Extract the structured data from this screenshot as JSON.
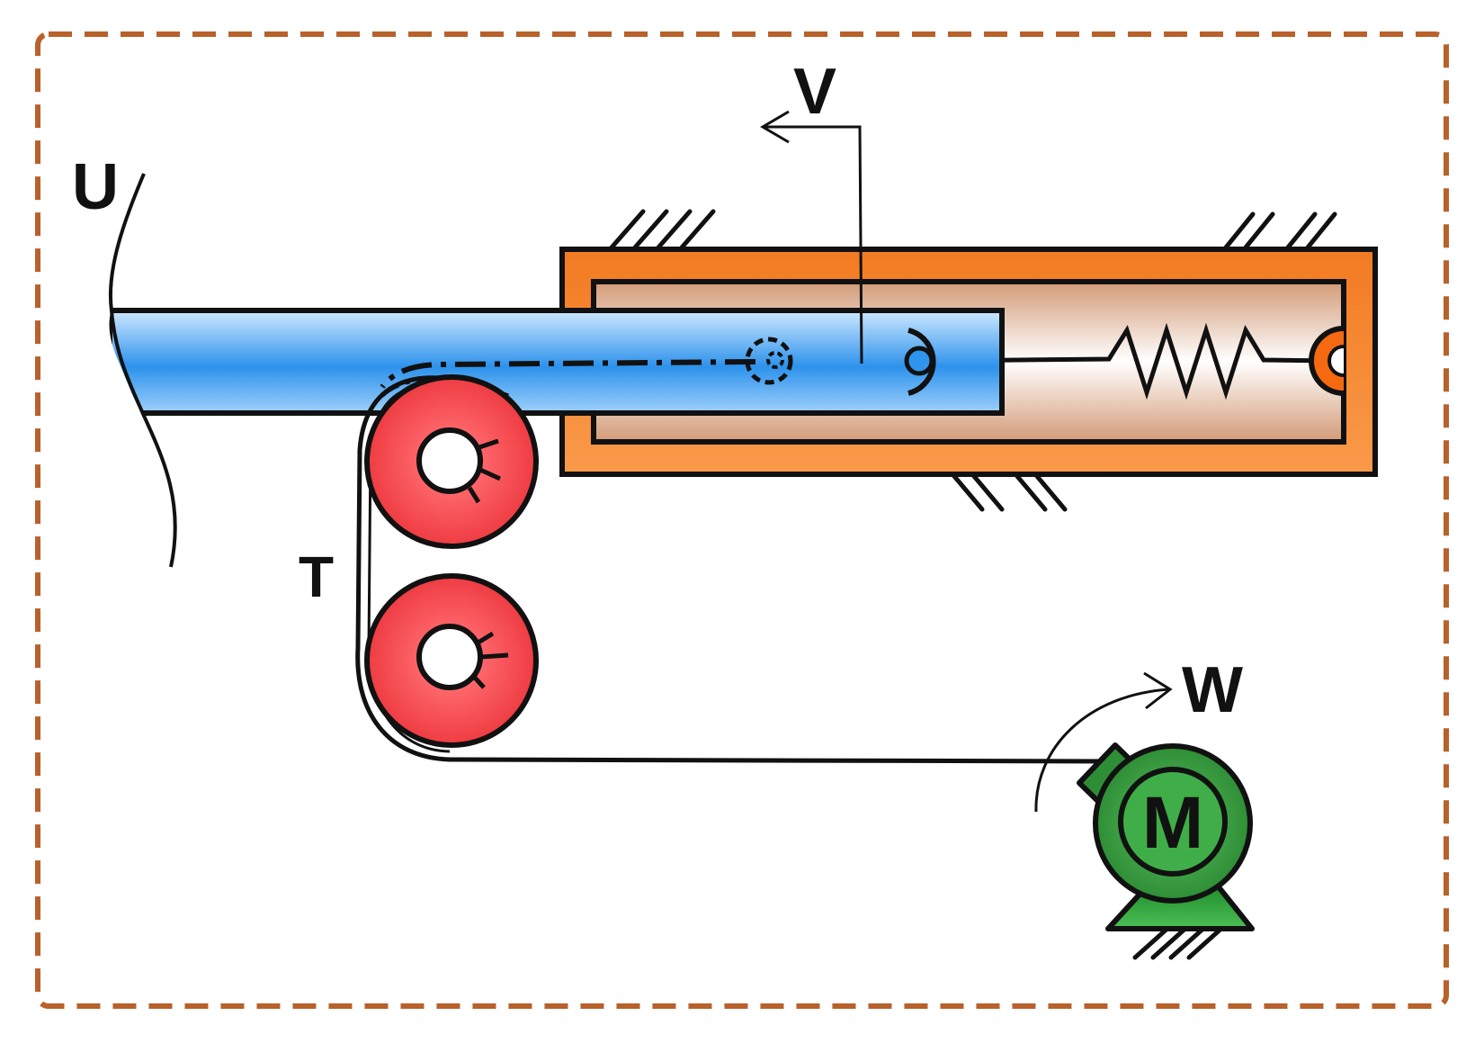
{
  "labels": {
    "u": "U",
    "v": "V",
    "t": "T",
    "w": "W",
    "motor": "M"
  },
  "colors": {
    "frame": "#b8612a",
    "housing": "#f5822a",
    "cylinder_interior": "#d9a07e",
    "rod": "#2f95ec",
    "roller": "#f0454a",
    "motor": "#2f9a3a",
    "ink": "#111111"
  }
}
